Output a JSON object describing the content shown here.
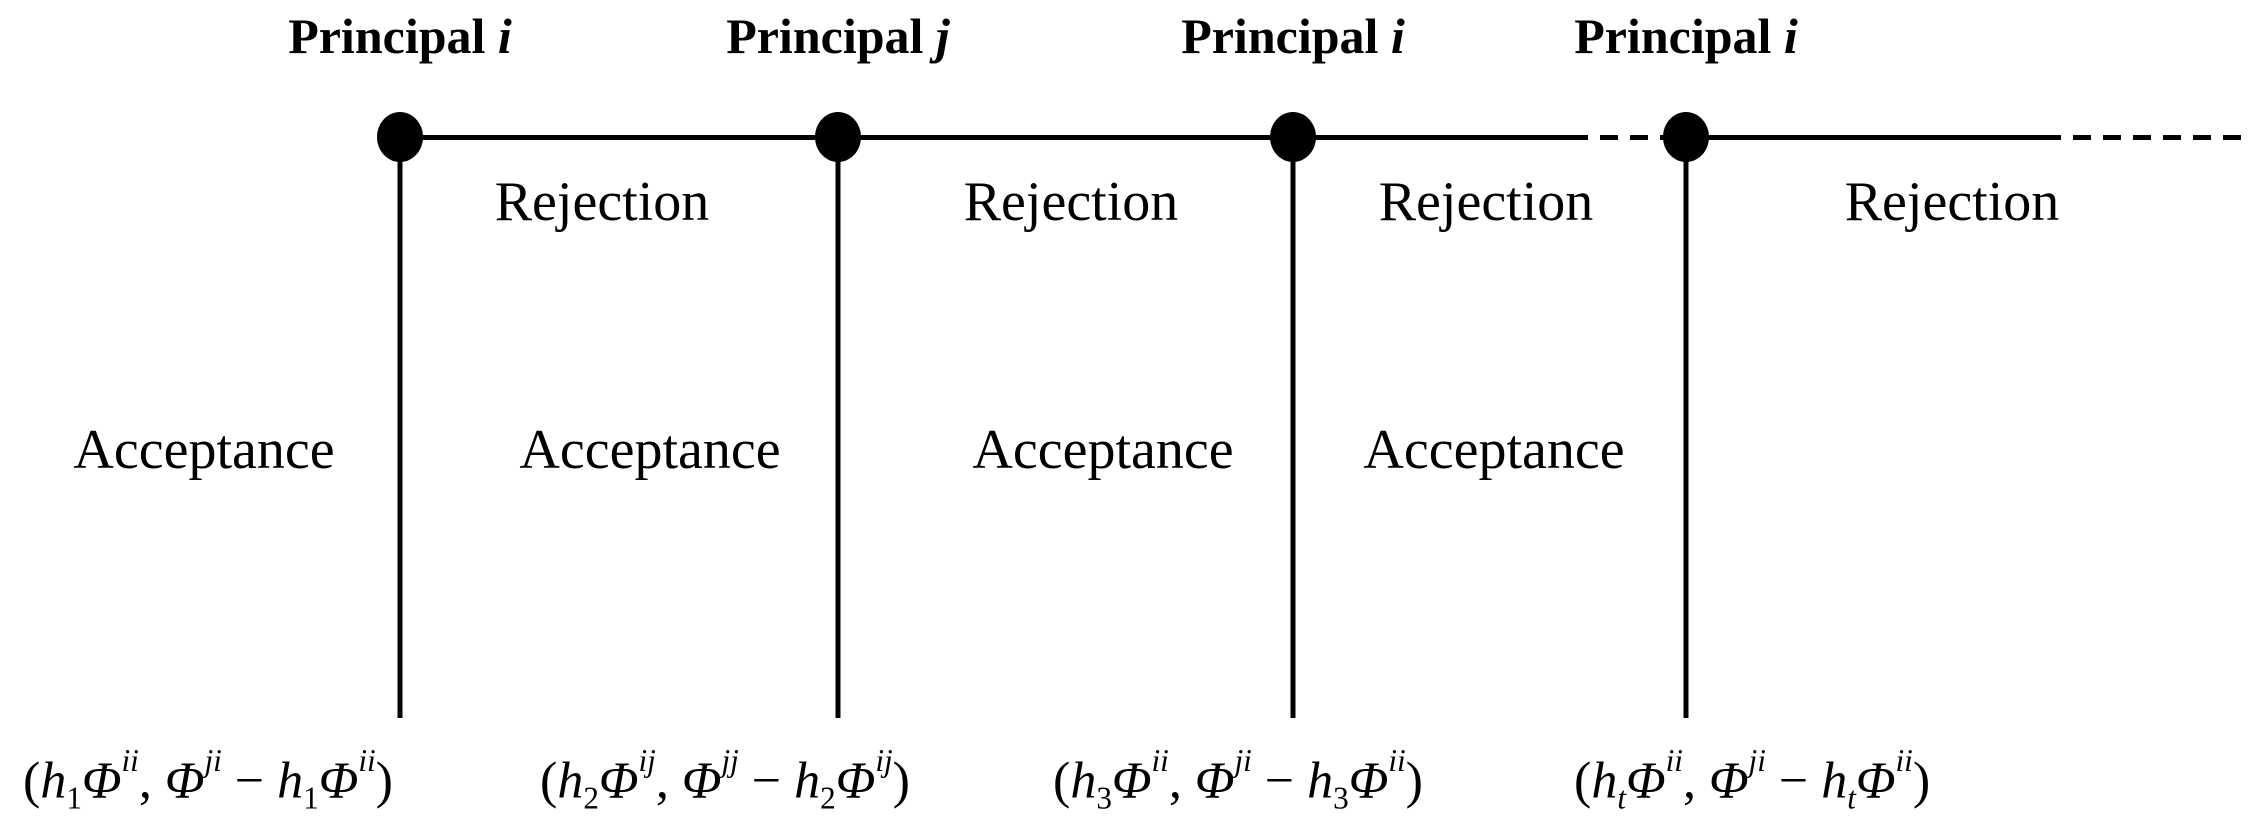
{
  "figure": {
    "colors": {
      "ink": "#000000",
      "background": "#ffffff"
    },
    "stages": [
      {
        "principal_word": "Principal",
        "principal_index": "i",
        "rejection_label": "Rejection",
        "acceptance_label": "Acceptance",
        "payoff_plain": "(h_1 Φ^ii , Φ^ji − h_1 Φ^ii)",
        "payoff_tokens": [
          {
            "t": "(",
            "s": "up"
          },
          {
            "t": "h",
            "s": "it"
          },
          {
            "t": "1",
            "s": "sub"
          },
          {
            "t": "Φ",
            "s": "it"
          },
          {
            "t": "ii",
            "s": "sup"
          },
          {
            "t": ", ",
            "s": "up"
          },
          {
            "t": "Φ",
            "s": "it"
          },
          {
            "t": "ji",
            "s": "sup"
          },
          {
            "t": " − ",
            "s": "up"
          },
          {
            "t": "h",
            "s": "it"
          },
          {
            "t": "1",
            "s": "sub"
          },
          {
            "t": "Φ",
            "s": "it"
          },
          {
            "t": "ii",
            "s": "sup"
          },
          {
            "t": ")",
            "s": "up"
          }
        ]
      },
      {
        "principal_word": "Principal",
        "principal_index": "j",
        "rejection_label": "Rejection",
        "acceptance_label": "Acceptance",
        "payoff_plain": "(h_2 Φ^ij , Φ^jj − h_2 Φ^ij)",
        "payoff_tokens": [
          {
            "t": "(",
            "s": "up"
          },
          {
            "t": "h",
            "s": "it"
          },
          {
            "t": "2",
            "s": "sub"
          },
          {
            "t": "Φ",
            "s": "it"
          },
          {
            "t": "ij",
            "s": "sup"
          },
          {
            "t": ", ",
            "s": "up"
          },
          {
            "t": "Φ",
            "s": "it"
          },
          {
            "t": "jj",
            "s": "sup"
          },
          {
            "t": " − ",
            "s": "up"
          },
          {
            "t": "h",
            "s": "it"
          },
          {
            "t": "2",
            "s": "sub"
          },
          {
            "t": "Φ",
            "s": "it"
          },
          {
            "t": "ij",
            "s": "sup"
          },
          {
            "t": ")",
            "s": "up"
          }
        ]
      },
      {
        "principal_word": "Principal",
        "principal_index": "i",
        "rejection_label": "Rejection",
        "acceptance_label": "Acceptance",
        "payoff_plain": "(h_3 Φ^ii , Φ^ji − h_3 Φ^ii)",
        "payoff_tokens": [
          {
            "t": "(",
            "s": "up"
          },
          {
            "t": "h",
            "s": "it"
          },
          {
            "t": "3",
            "s": "sub"
          },
          {
            "t": "Φ",
            "s": "it"
          },
          {
            "t": "ii",
            "s": "sup"
          },
          {
            "t": ", ",
            "s": "up"
          },
          {
            "t": "Φ",
            "s": "it"
          },
          {
            "t": "ji",
            "s": "sup"
          },
          {
            "t": " − ",
            "s": "up"
          },
          {
            "t": "h",
            "s": "it"
          },
          {
            "t": "3",
            "s": "sub"
          },
          {
            "t": "Φ",
            "s": "it"
          },
          {
            "t": "ii",
            "s": "sup"
          },
          {
            "t": ")",
            "s": "up"
          }
        ]
      },
      {
        "principal_word": "Principal",
        "principal_index": "i",
        "rejection_label": "Rejection",
        "acceptance_label": "Acceptance",
        "payoff_plain": "(h_t Φ^ii , Φ^ji − h_t Φ^ii)",
        "payoff_tokens": [
          {
            "t": "(",
            "s": "up"
          },
          {
            "t": "h",
            "s": "it"
          },
          {
            "t": "t",
            "s": "subit"
          },
          {
            "t": "Φ",
            "s": "it"
          },
          {
            "t": "ii",
            "s": "sup"
          },
          {
            "t": ", ",
            "s": "up"
          },
          {
            "t": "Φ",
            "s": "it"
          },
          {
            "t": "ji",
            "s": "sup"
          },
          {
            "t": " − ",
            "s": "up"
          },
          {
            "t": "h",
            "s": "it"
          },
          {
            "t": "t",
            "s": "subit"
          },
          {
            "t": "Φ",
            "s": "it"
          },
          {
            "t": "ii",
            "s": "sup"
          },
          {
            "t": ")",
            "s": "up"
          }
        ]
      }
    ]
  }
}
